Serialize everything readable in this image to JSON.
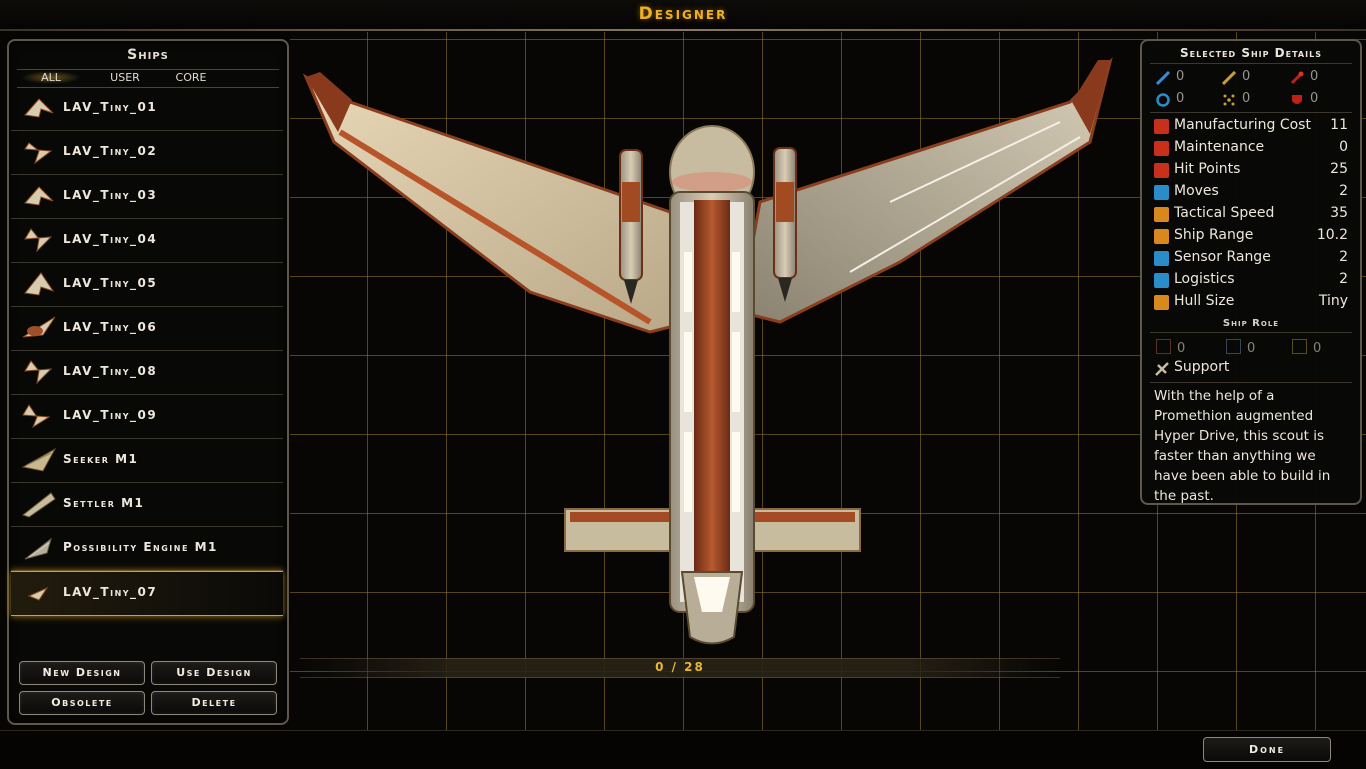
{
  "app": {
    "title": "Designer"
  },
  "ships_panel": {
    "heading": "Ships",
    "filters": [
      "ALL",
      "USER",
      "CORE"
    ],
    "active_filter": "ALL",
    "items": [
      {
        "name": "LAV_Tiny_01"
      },
      {
        "name": "LAV_Tiny_02"
      },
      {
        "name": "LAV_Tiny_03"
      },
      {
        "name": "LAV_Tiny_04"
      },
      {
        "name": "LAV_Tiny_05"
      },
      {
        "name": "LAV_Tiny_06"
      },
      {
        "name": "LAV_Tiny_08"
      },
      {
        "name": "LAV_Tiny_09"
      },
      {
        "name": "Seeker M1"
      },
      {
        "name": "Settler M1"
      },
      {
        "name": "Possibility Engine M1"
      },
      {
        "name": "LAV_Tiny_07"
      }
    ],
    "selected_index": 11,
    "buttons": {
      "new_design": "New Design",
      "use_design": "Use Design",
      "obsolete": "Obsolete",
      "delete": "Delete"
    }
  },
  "capacity": {
    "text": "0 / 28",
    "used": 0,
    "max": 28
  },
  "details": {
    "heading": "Selected Ship Details",
    "weapons": [
      {
        "icon": "beam-weapon-icon",
        "value": "0"
      },
      {
        "icon": "kinetic-weapon-icon",
        "value": "0"
      },
      {
        "icon": "missile-weapon-icon",
        "value": "0"
      },
      {
        "icon": "shield-defense-icon",
        "value": "0"
      },
      {
        "icon": "point-defense-icon",
        "value": "0"
      },
      {
        "icon": "armor-defense-icon",
        "value": "0"
      }
    ],
    "stats": [
      {
        "icon": "manufacturing-icon",
        "label": "Manufacturing Cost",
        "value": "11",
        "color": "#c8301c"
      },
      {
        "icon": "maintenance-icon",
        "label": "Maintenance",
        "value": "0",
        "color": "#c8301c"
      },
      {
        "icon": "hit-points-icon",
        "label": "Hit Points",
        "value": "25",
        "color": "#c8301c"
      },
      {
        "icon": "moves-icon",
        "label": "Moves",
        "value": "2",
        "color": "#2a8cc8"
      },
      {
        "icon": "tactical-speed-icon",
        "label": "Tactical Speed",
        "value": "35",
        "color": "#d8881c"
      },
      {
        "icon": "ship-range-icon",
        "label": "Ship Range",
        "value": "10.2",
        "color": "#d8881c"
      },
      {
        "icon": "sensor-range-icon",
        "label": "Sensor Range",
        "value": "2",
        "color": "#2a8cc8"
      },
      {
        "icon": "logistics-icon",
        "label": "Logistics",
        "value": "2",
        "color": "#2a8cc8"
      },
      {
        "icon": "hull-size-icon",
        "label": "Hull Size",
        "value": "Tiny",
        "color": "#d8881c"
      }
    ],
    "role_heading": "Ship Role",
    "role_counts": [
      "0",
      "0",
      "0"
    ],
    "role": "Support",
    "description": "With the help of a Promethion augmented Hyper Drive, this scout is faster than anything we have been able to build in the past."
  },
  "footer": {
    "done": "Done"
  },
  "colors": {
    "accent": "#f0b020",
    "grid": "#967830",
    "selected_border": "#d6a028"
  }
}
